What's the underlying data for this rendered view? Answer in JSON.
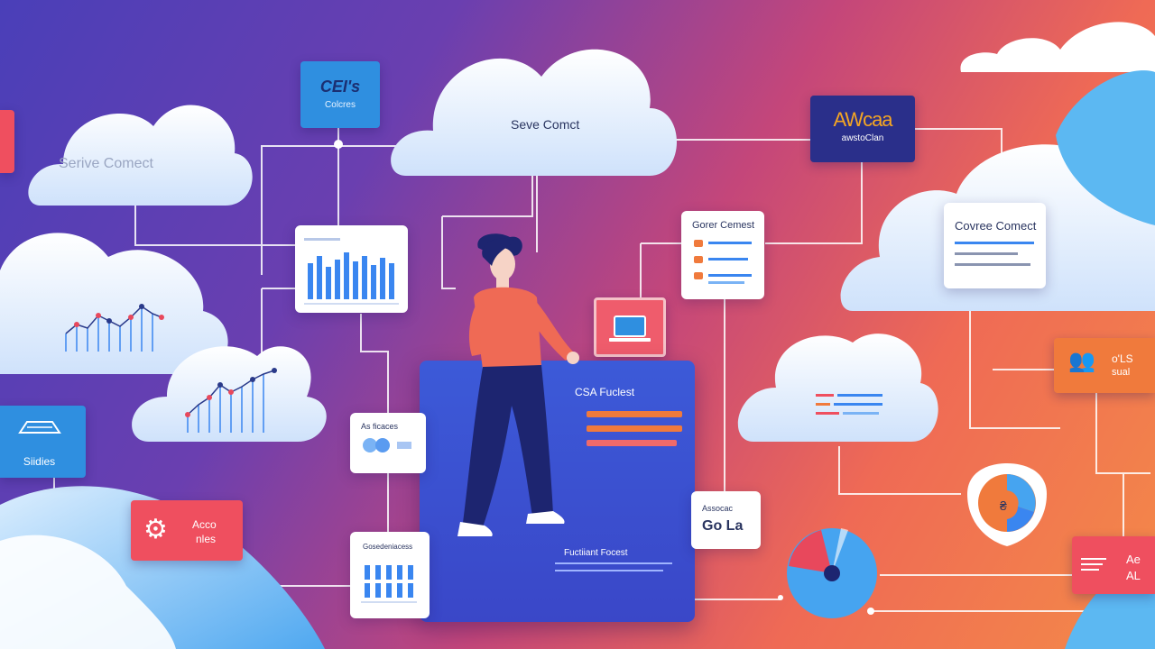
{
  "clouds": {
    "top_left_label": "Serive Comect",
    "top_center_label": "Seve Comct",
    "right_card_label": "Covree Comect"
  },
  "badges": {
    "top_blue_title": "CEI's",
    "top_blue_sub": "Colcres",
    "aws_title": "AWcaa",
    "aws_sub": "awstoClan",
    "left_tile_label": "Siidies",
    "red_tile_line1": "Acco",
    "red_tile_line2": "nles",
    "orange_tile_line1": "o'LS",
    "orange_tile_line2": "sual",
    "bottom_right_line1": "Ae",
    "bottom_right_line2": "AL"
  },
  "cards": {
    "center_right_title": "Gorer Cemest",
    "small_mid_title": "As ficaces",
    "bottom_mid_title": "Gosedeniacess",
    "small_right_title": "Assocac",
    "small_right_value": "Go La"
  },
  "panel": {
    "title": "CSA Fuclest",
    "footer": "Fuctiiant Focest"
  },
  "colors": {
    "orange": "#f07a3c",
    "red": "#ef4f5f",
    "blue_tile": "#2f8fe0",
    "navy": "#2a2f8a",
    "chart_blue": "#3a86f0",
    "pie_blue": "#46a4f0",
    "pie_red": "#e8485c"
  }
}
